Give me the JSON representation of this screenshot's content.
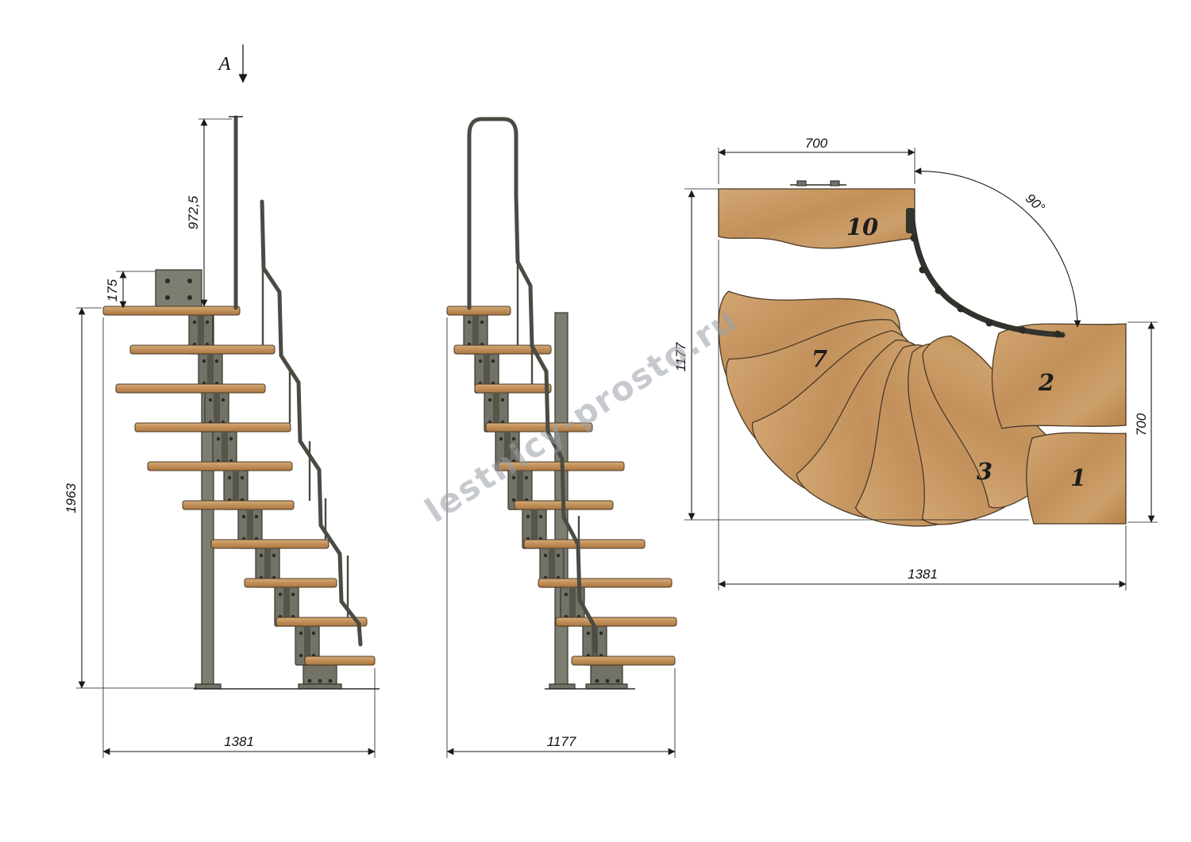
{
  "page": {
    "background": "#ffffff",
    "watermark_text": "lestnicy-prosto.ru"
  },
  "drawing": {
    "section_marker": "A",
    "side_view": {
      "rail_height": "972,5",
      "mount_height": "175",
      "total_height": "1963",
      "total_run": "1381"
    },
    "front_view": {
      "total_run": "1177"
    },
    "plan_view": {
      "top_width": "700",
      "left_depth": "1177",
      "turn_angle": "90°",
      "right_depth": "700",
      "overall_width": "1381",
      "steps": {
        "s10": "10",
        "s7": "7",
        "s3": "3",
        "s2": "2",
        "s1": "1"
      }
    }
  },
  "colors": {
    "wood": "#c99a67",
    "wood_dark": "#a9763f",
    "metal": "#727266",
    "metal_dark": "#35352e",
    "line": "#1a1a1a",
    "rail": "#4b4b44",
    "watermark": "#98a0a8"
  }
}
